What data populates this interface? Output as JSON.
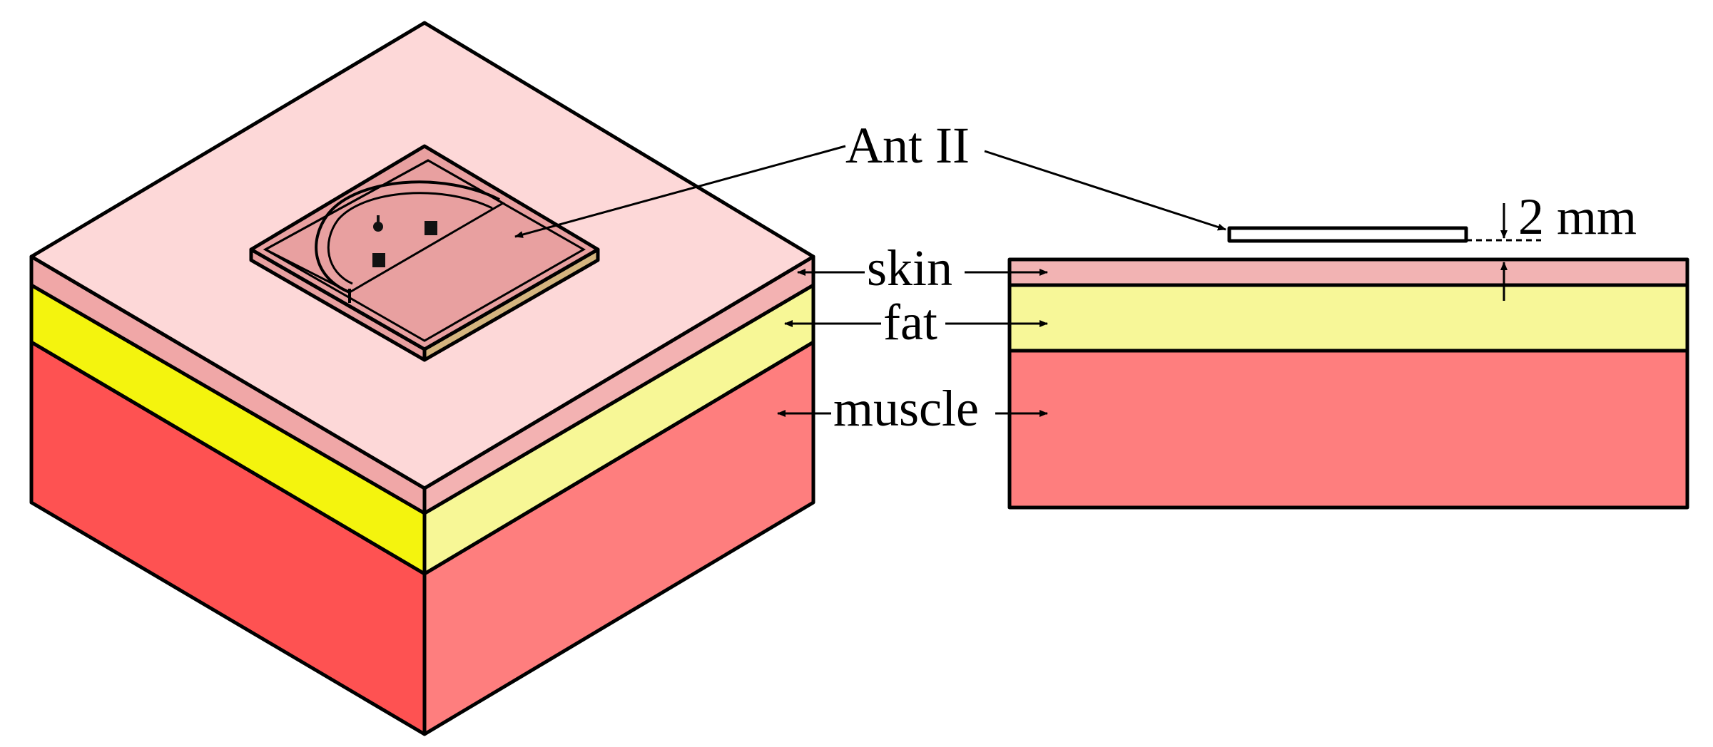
{
  "labels": {
    "antenna": "Ant II",
    "skin": "skin",
    "fat": "fat",
    "muscle": "muscle",
    "gap": "2 mm"
  },
  "colors": {
    "skin_top": "#fdd8d8",
    "skin_side_left": "#f0a7a7",
    "skin_side_right": "#f3b2b2",
    "fat_left": "#f4f40e",
    "fat_right": "#f7f796",
    "muscle_left": "#fe5252",
    "muscle_right": "#fe7e7e",
    "antenna_substrate": "#d4b57f",
    "antenna_patch": "#ff7a56",
    "antenna_frame": "#e8a0a0",
    "section_skin": "#f2b3b3",
    "section_fat": "#f7f798",
    "section_muscle": "#fe7e7e",
    "section_antenna": "#ffffff"
  },
  "icons": [
    "arrow-icon",
    "connector-icon"
  ]
}
